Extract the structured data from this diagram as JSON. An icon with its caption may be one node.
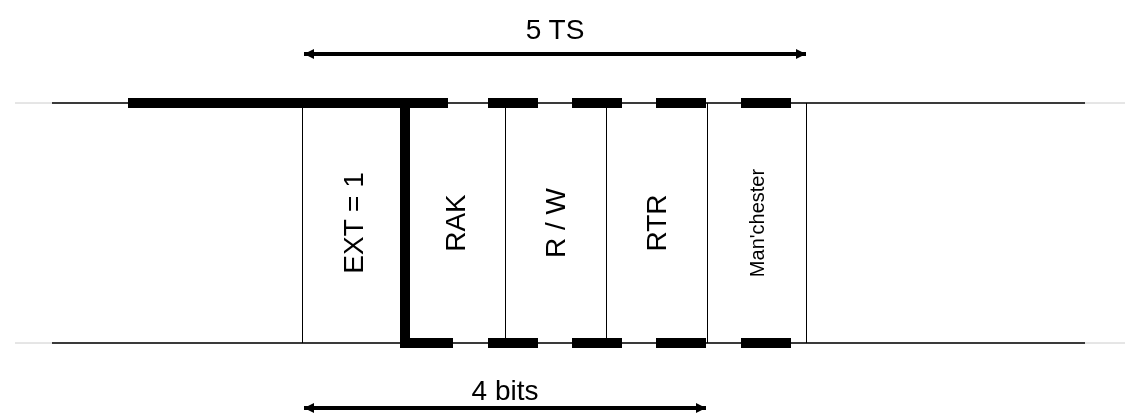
{
  "diagram": {
    "nodes": [
      {
        "text": [
          "EXT = 1"
        ]
      },
      {
        "text": [
          "RAK"
        ]
      },
      {
        "text": [
          "R / W"
        ]
      },
      {
        "text": [
          "RTR"
        ]
      },
      {
        "text": [
          "Man'chester"
        ]
      }
    ],
    "labels": [
      "5 TS",
      "4 bits"
    ]
  }
}
